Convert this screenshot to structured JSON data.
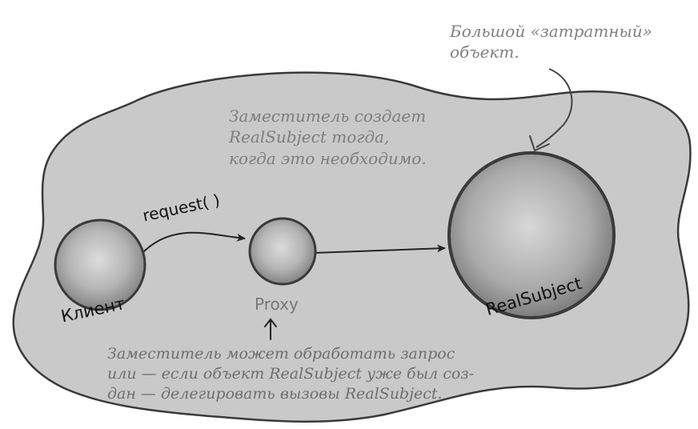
{
  "notes": {
    "expensive_object": [
      "Большой «затратный»",
      "объект."
    ],
    "proxy_creates": [
      "Заместитель создает",
      "RealSubject тогда,",
      "когда это необходимо."
    ],
    "proxy_handles": [
      "Заместитель может обработать запрос",
      "или — если объект RealSubject уже был соз-",
      "дан — делегировать вызовы RealSubject."
    ]
  },
  "nodes": {
    "client": "Клиент",
    "proxy": "Proxy",
    "real_subject": "RealSubject"
  },
  "edges": {
    "client_to_proxy": "request( )"
  },
  "colors": {
    "blob_fill": "#c9c9c9",
    "outline": "#3a3a3a",
    "note_text": "#7d7d7d"
  }
}
